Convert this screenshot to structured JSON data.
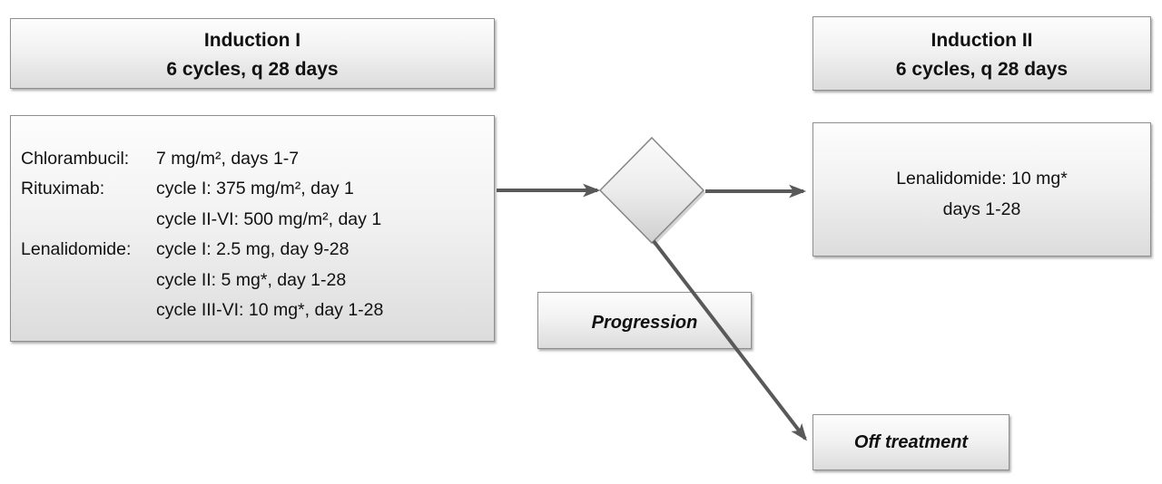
{
  "colors": {
    "box_gradient_top": "#fdfdfd",
    "box_gradient_bottom": "#dcdcdc",
    "box_border": "#8f8f8f",
    "arrow": "#595959",
    "text": "#111111",
    "background": "#ffffff"
  },
  "induction1": {
    "title": "Induction I",
    "subtitle": "6 cycles, q 28 days"
  },
  "induction2": {
    "title": "Induction II",
    "subtitle": "6 cycles, q 28 days"
  },
  "regimen": {
    "lines": [
      {
        "label": "Chlorambucil:",
        "text": "7 mg/m², days 1-7"
      },
      {
        "label": "Rituximab:",
        "text": "cycle I: 375 mg/m², day 1"
      },
      {
        "label": "",
        "text": "cycle II-VI: 500 mg/m², day 1"
      },
      {
        "label": "Lenalidomide:",
        "text": "cycle I: 2.5 mg, day 9-28"
      },
      {
        "label": "",
        "text": "cycle II: 5 mg*, day 1-28"
      },
      {
        "label": "",
        "text": "cycle III-VI: 10 mg*, day 1-28"
      }
    ]
  },
  "maintenance": {
    "line1": "Lenalidomide: 10 mg*",
    "line2": "days 1-28"
  },
  "progression": {
    "label": "Progression"
  },
  "off_treatment": {
    "label": "Off treatment"
  }
}
